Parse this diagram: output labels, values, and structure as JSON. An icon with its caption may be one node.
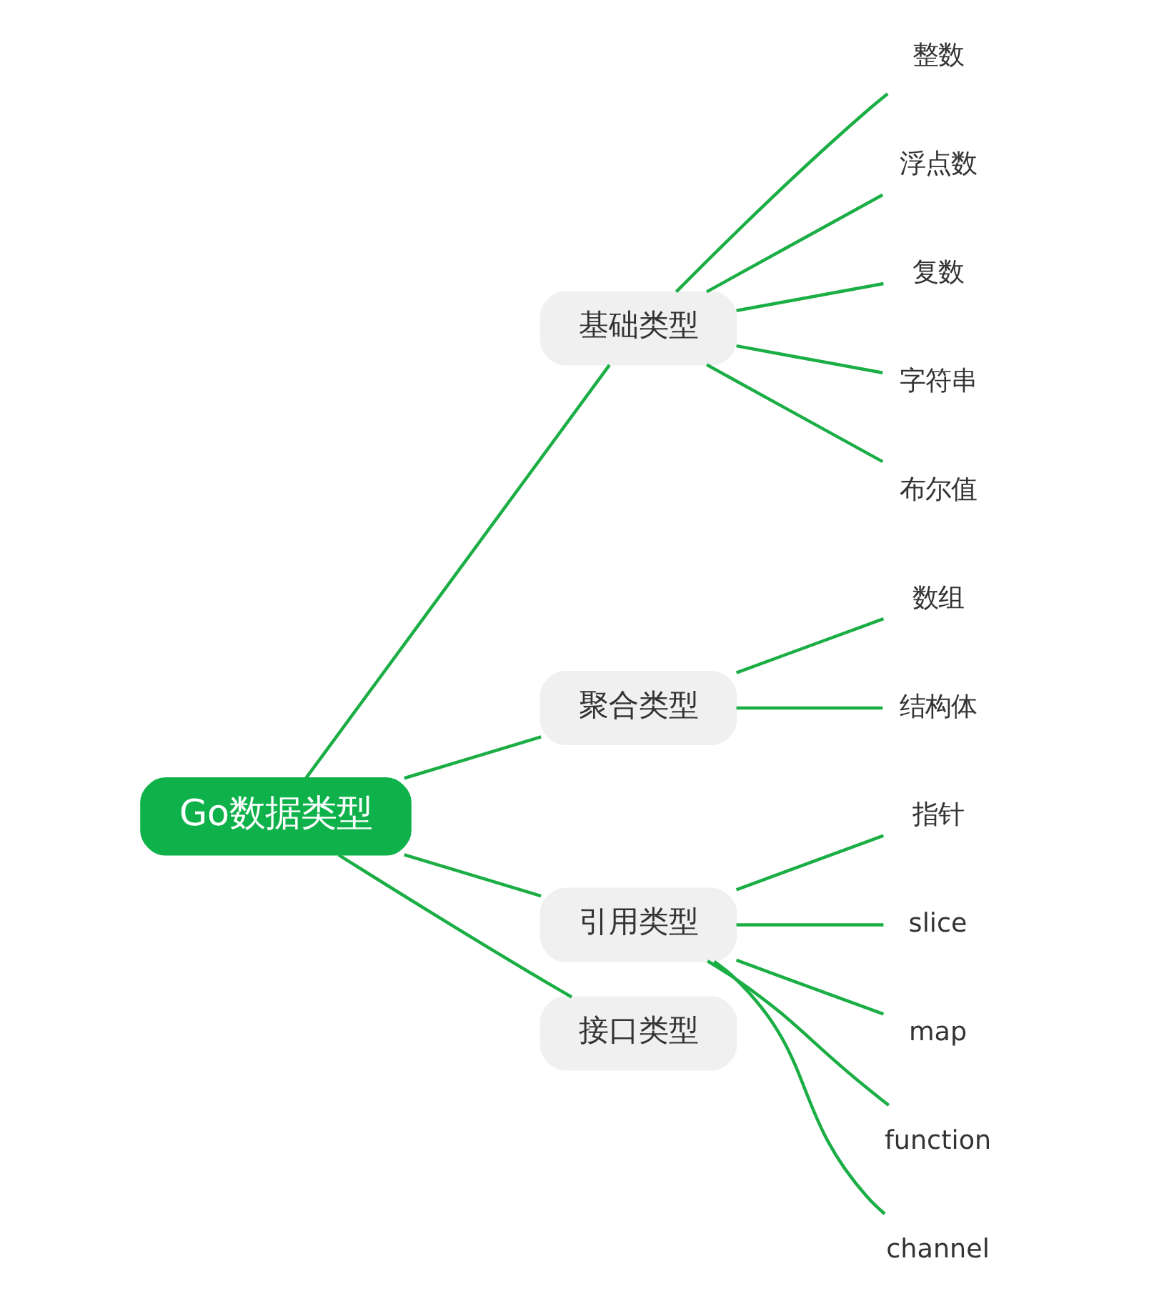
{
  "diagram": {
    "nodes": [
      {
        "text": [
          "Go数据类型"
        ]
      },
      {
        "text": [
          "基础类型"
        ]
      },
      {
        "text": [
          "整数"
        ]
      },
      {
        "text": [
          "浮点数"
        ]
      },
      {
        "text": [
          "复数"
        ]
      },
      {
        "text": [
          "字符串"
        ]
      },
      {
        "text": [
          "布尔值"
        ]
      },
      {
        "text": [
          "聚合类型"
        ]
      },
      {
        "text": [
          "数组"
        ]
      },
      {
        "text": [
          "结构体"
        ]
      },
      {
        "text": [
          "引用类型"
        ]
      },
      {
        "text": [
          "指针"
        ]
      },
      {
        "text": [
          "slice"
        ]
      },
      {
        "text": [
          "map"
        ]
      },
      {
        "text": [
          "function"
        ]
      },
      {
        "text": [
          "channel"
        ]
      },
      {
        "text": [
          "接口类型"
        ]
      }
    ],
    "edges": [
      {
        "from": 0,
        "to": 1,
        "arrow": "none",
        "color": "#1aae45"
      },
      {
        "from": 1,
        "to": 2,
        "arrow": "none",
        "color": "#1aae45"
      },
      {
        "from": 1,
        "to": 3,
        "arrow": "none",
        "color": "#1aae45"
      },
      {
        "from": 1,
        "to": 4,
        "arrow": "none",
        "color": "#1aae45"
      },
      {
        "from": 1,
        "to": 5,
        "arrow": "none",
        "color": "#1aae45"
      },
      {
        "from": 1,
        "to": 6,
        "arrow": "none",
        "color": "#1aae45"
      },
      {
        "from": 0,
        "to": 7,
        "arrow": "none",
        "color": "#1aae45"
      },
      {
        "from": 7,
        "to": 8,
        "arrow": "none",
        "color": "#1aae45"
      },
      {
        "from": 7,
        "to": 9,
        "arrow": "none",
        "color": "#1aae45"
      },
      {
        "from": 0,
        "to": 10,
        "arrow": "none",
        "color": "#1aae45"
      },
      {
        "from": 10,
        "to": 11,
        "arrow": "none",
        "color": "#1aae45"
      },
      {
        "from": 10,
        "to": 12,
        "arrow": "none",
        "color": "#1aae45"
      },
      {
        "from": 10,
        "to": 13,
        "arrow": "none",
        "color": "#1aae45"
      },
      {
        "from": 10,
        "to": 14,
        "arrow": "none",
        "color": "#1aae45"
      },
      {
        "from": 10,
        "to": 15,
        "arrow": "none",
        "color": "#1aae45"
      },
      {
        "from": 0,
        "to": 16,
        "arrow": "none",
        "color": "#1aae45"
      }
    ]
  }
}
